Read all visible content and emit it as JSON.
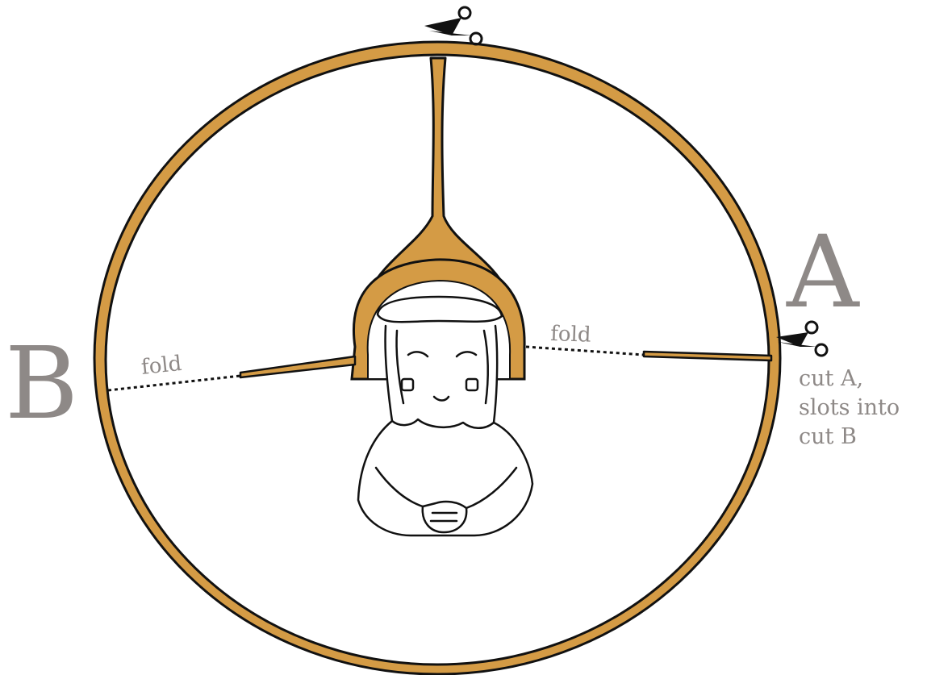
{
  "labels": {
    "letter_a": "A",
    "letter_b": "B",
    "fold_left": "fold",
    "fold_right": "fold",
    "cut_note": [
      "cut A,",
      "slots into",
      "cut B"
    ]
  },
  "icons": [
    "scissors-icon",
    "scissors-icon"
  ],
  "colors": {
    "ring": "#d49b45",
    "outline": "#111111",
    "label_gray": "#8e8987",
    "background": "#ffffff"
  }
}
